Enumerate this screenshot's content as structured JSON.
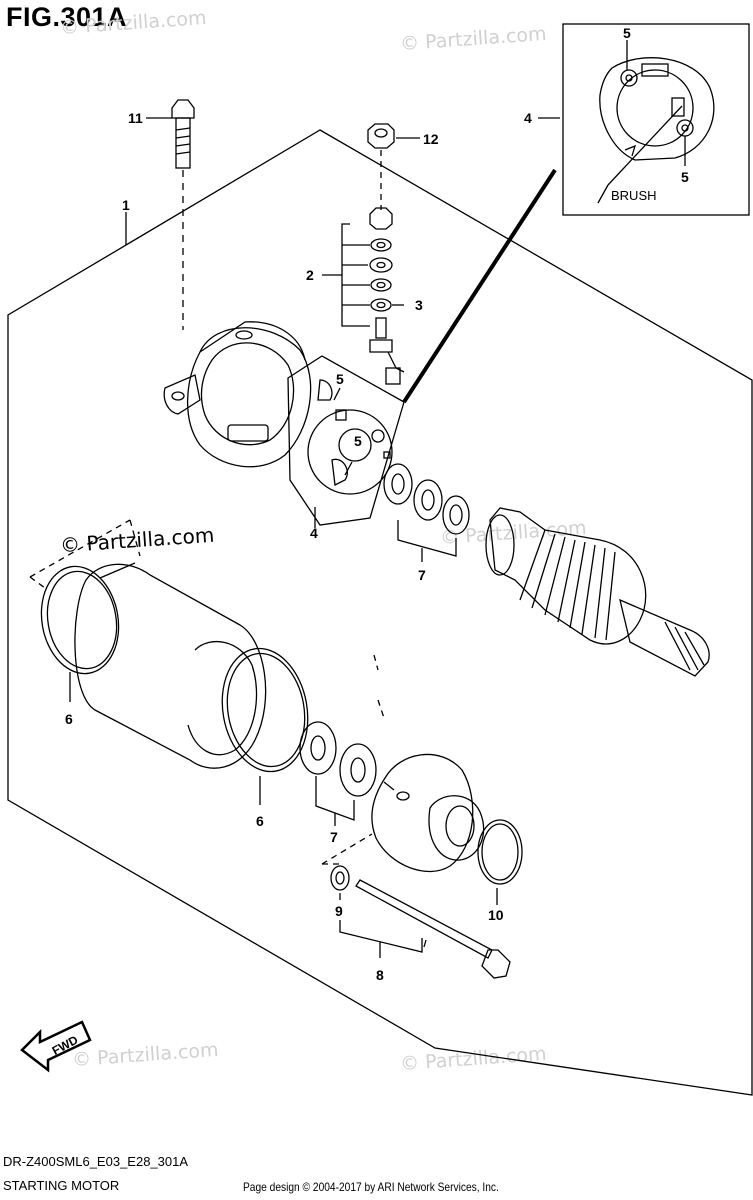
{
  "figure": {
    "title": "FIG.301A",
    "model_code": "DR-Z400SML6_E03_E28_301A",
    "name": "STARTING MOTOR"
  },
  "footer": {
    "credit": "Page design © 2004-2017 by ARI Network Services, Inc."
  },
  "watermark": "© Partzilla.com",
  "callouts": {
    "c1": "1",
    "c2": "2",
    "c3": "3",
    "c4_main": "4",
    "c4_inset": "4",
    "c5_inset_top": "5",
    "c5_inset_bottom": "5",
    "c5_a": "5",
    "c5_b": "5",
    "c6_a": "6",
    "c6_b": "6",
    "c7_a": "7",
    "c7_b": "7",
    "c8": "8",
    "c9": "9",
    "c10": "10",
    "c11": "11",
    "c12": "12"
  },
  "inset": {
    "brush_label": "BRUSH"
  },
  "fwd_label": "FWD"
}
